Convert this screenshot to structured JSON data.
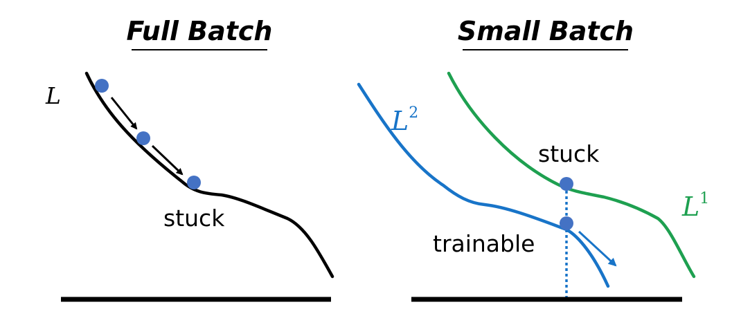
{
  "left_panel": {
    "title": "Full Batch",
    "curve_label": "L",
    "stuck_label": "stuck"
  },
  "right_panel": {
    "title": "Small Batch",
    "curve2_label_base": "L",
    "curve2_label_sup": "2",
    "curve1_label_base": "L",
    "curve1_label_sup": "1",
    "stuck_label": "stuck",
    "trainable_label": "trainable"
  },
  "colors": {
    "curve_black": "#000000",
    "curve_blue": "#1874c8",
    "curve_green": "#1ea050",
    "point": "#4472c4"
  }
}
